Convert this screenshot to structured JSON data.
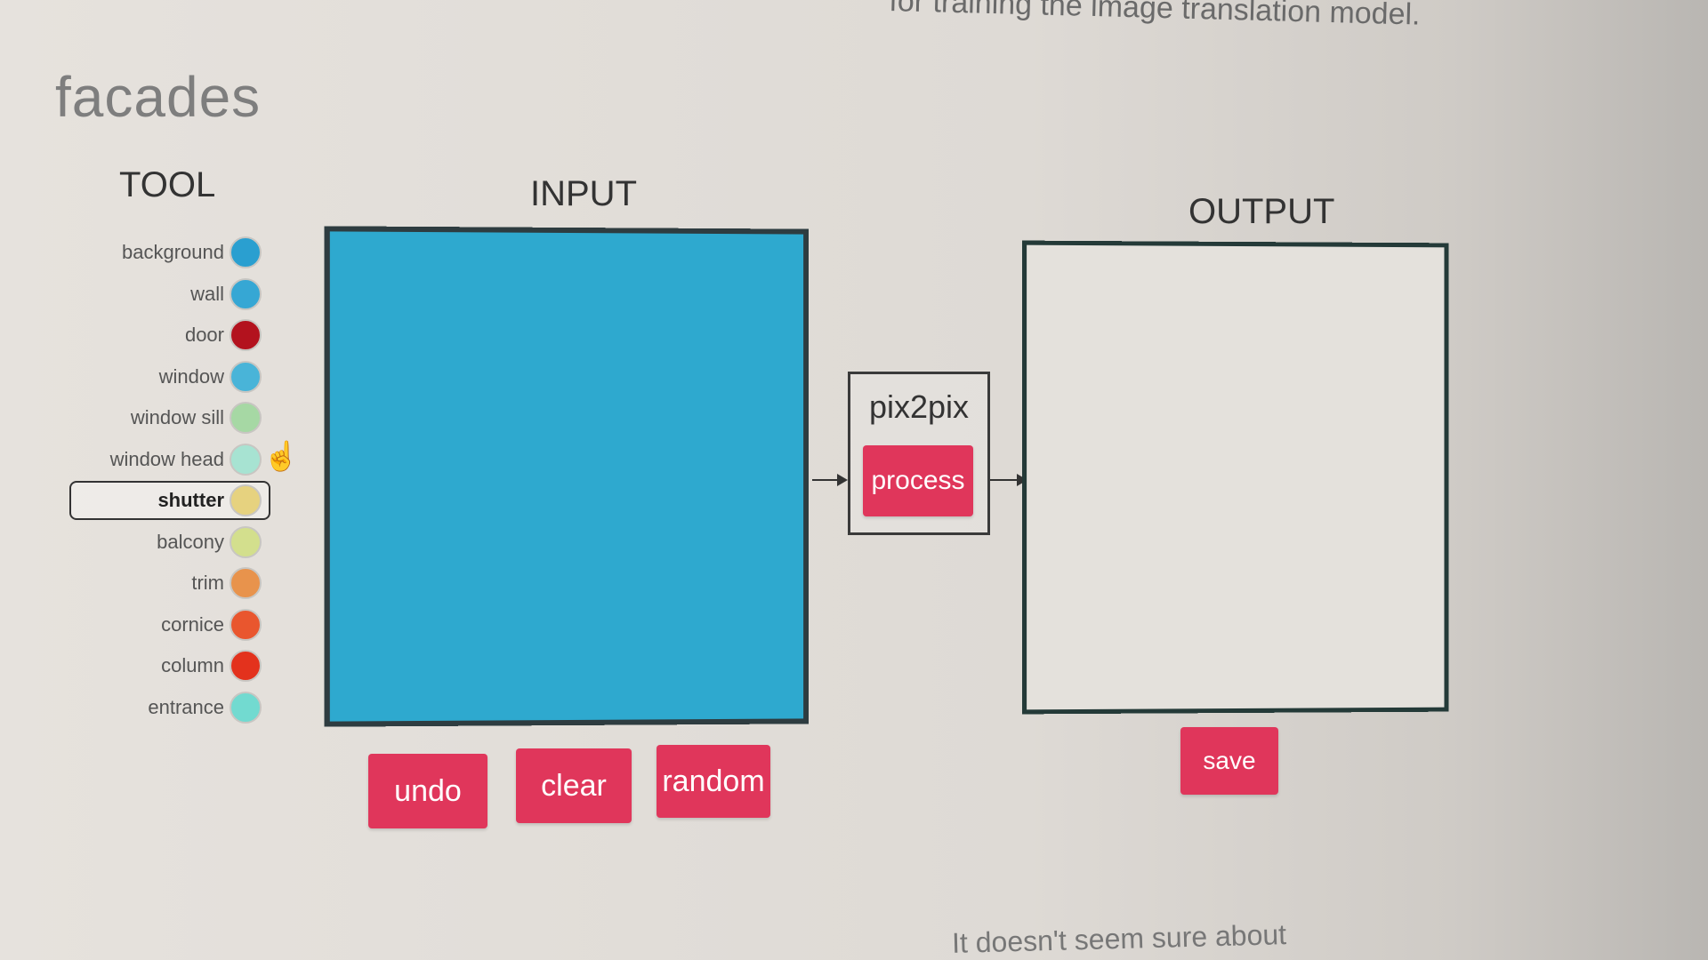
{
  "top_text": "for training the image translation model.",
  "bottom_text": "It doesn't seem sure about",
  "page_title": "facades",
  "tool": {
    "heading": "TOOL",
    "selected": "shutter",
    "items": [
      {
        "label": "background",
        "color": "#2a9fd0"
      },
      {
        "label": "wall",
        "color": "#36a7d4"
      },
      {
        "label": "door",
        "color": "#b3121e"
      },
      {
        "label": "window",
        "color": "#49b4d8"
      },
      {
        "label": "window sill",
        "color": "#a6d8a4"
      },
      {
        "label": "window head",
        "color": "#a7e3d2"
      },
      {
        "label": "shutter",
        "color": "#e6d27f"
      },
      {
        "label": "balcony",
        "color": "#d3df8d"
      },
      {
        "label": "trim",
        "color": "#e8934c"
      },
      {
        "label": "cornice",
        "color": "#e9562e"
      },
      {
        "label": "column",
        "color": "#e3321d"
      },
      {
        "label": "entrance",
        "color": "#72dad0"
      }
    ]
  },
  "input": {
    "heading": "INPUT",
    "fill_color": "#2ea9cf",
    "buttons": {
      "undo": "undo",
      "clear": "clear",
      "random": "random"
    }
  },
  "model": {
    "name": "pix2pix",
    "process_label": "process"
  },
  "output": {
    "heading": "OUTPUT",
    "save_label": "save"
  },
  "colors": {
    "accent": "#e0365b",
    "frame": "#2e3c40"
  }
}
